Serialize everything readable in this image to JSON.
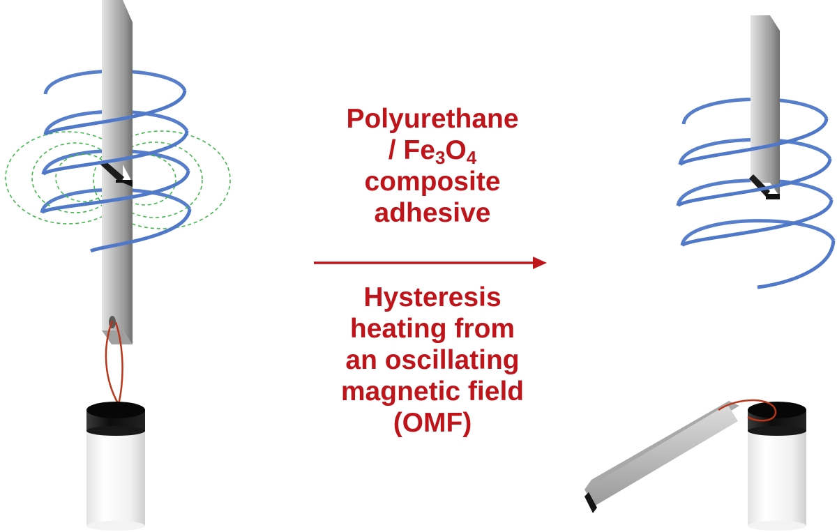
{
  "colors": {
    "caption_text": "#c0141b",
    "arrow": "#c0141b",
    "coil": "#4f78c9",
    "field_lines": "#3fb94a",
    "substrate_light": "#d2d2d2",
    "substrate_dark": "#8f8f8f",
    "adhesive": "#161616",
    "wire": "#b8361a",
    "vial_cap": "#141414",
    "vial_body": "#f2f2f2"
  },
  "caption_top": {
    "line1": "Polyurethane",
    "line2_prefix": "/ Fe",
    "line2_sub1": "3",
    "line2_mid": "O",
    "line2_sub2": "4",
    "line3": "composite",
    "line4": "adhesive"
  },
  "caption_bottom": {
    "line1": "Hysteresis",
    "line2": "heating from",
    "line3": "an oscillating",
    "line4": "magnetic field",
    "line5": "(OMF)"
  }
}
